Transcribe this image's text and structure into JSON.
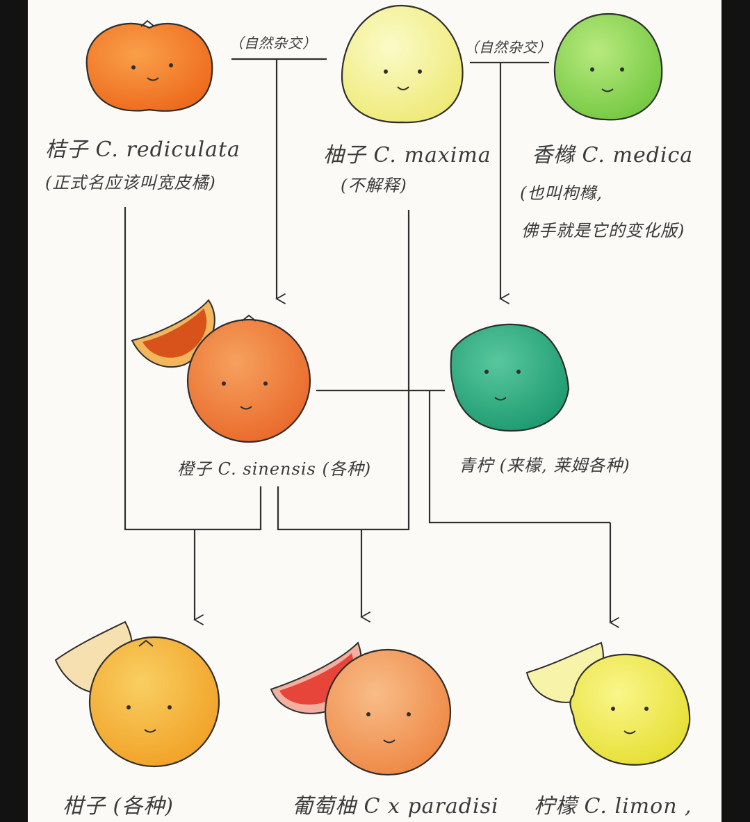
{
  "edges": {
    "natural_hybrid_left": "（自然杂交）",
    "natural_hybrid_right": "（自然杂交）"
  },
  "nodes": {
    "mandarin": {
      "name": "桔子 C. rediculata",
      "note": "(正式名应该叫宽皮橘)"
    },
    "pomelo": {
      "name": "柚子 C. maxima",
      "note": "(不解释)"
    },
    "citron": {
      "name": "香橼 C. medica",
      "note1": "(也叫枸橼,",
      "note2": "佛手就是它的变化版)"
    },
    "orange": {
      "name": "橙子 C. sinensis (各种)"
    },
    "lime": {
      "name": "青柠 (来檬, 莱姆各种)"
    },
    "tangerine": {
      "name": "柑子 (各种)"
    },
    "grapefruit": {
      "name": "葡萄柚 C x paradisi"
    },
    "lemon": {
      "name": "柠檬 C. limon ,"
    }
  },
  "colors": {
    "mandarin": "#f07a2a",
    "pomelo": "#f3f08c",
    "citron": "#8fd65a",
    "orange": "#ee7a32",
    "lime": "#2fae84",
    "tangerine": "#f5b03a",
    "grapefruit": "#f29a5a",
    "lemon": "#f0ea55",
    "ink": "#2e2e2e"
  }
}
